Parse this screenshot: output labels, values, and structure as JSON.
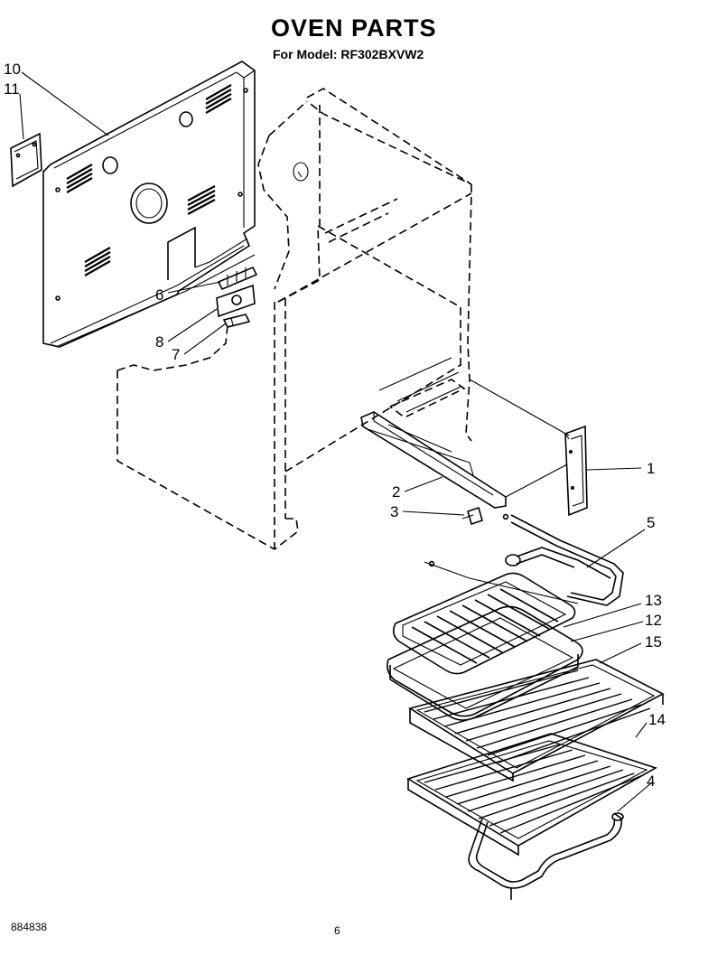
{
  "title": "OVEN PARTS",
  "subtitle": "For Model: RF302BXVW2",
  "callouts": {
    "c1": "1",
    "c2": "2",
    "c3": "3",
    "c4": "4",
    "c5": "5",
    "c6": "6",
    "c7": "7",
    "c8": "8",
    "c10": "10",
    "c11": "11",
    "c12": "12",
    "c13": "13",
    "c14": "14",
    "c15": "15"
  },
  "footer": {
    "doc_number": "884838",
    "page_number": "6"
  }
}
